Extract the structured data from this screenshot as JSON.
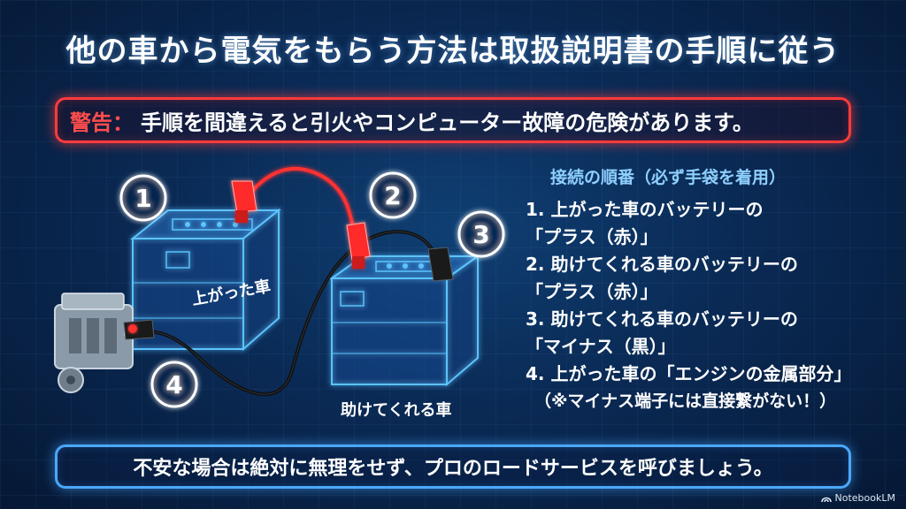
{
  "title": "他の車から電気をもらう方法は取扱説明書の手順に従う",
  "warning": {
    "label": "警告：",
    "text": "手順を間違えると引火やコンピューター故障の危険があります。"
  },
  "diagram": {
    "badges": [
      "1",
      "2",
      "3",
      "4"
    ],
    "dead_car_label": "上がった車",
    "helper_car_label": "助けてくれる車",
    "colors": {
      "positive": "#ff3030",
      "negative": "#1a1a1a",
      "glow": "#4fb8ff"
    }
  },
  "steps": {
    "title": "接続の順番（必ず手袋を着用）",
    "items": [
      {
        "line1": "1. 上がった車のバッテリーの",
        "line2": "「プラス（赤）」"
      },
      {
        "line1": "2. 助けてくれる車のバッテリーの",
        "line2": "「プラス（赤）」"
      },
      {
        "line1": "3. 助けてくれる車のバッテリーの",
        "line2": "「マイナス（黒）」"
      },
      {
        "line1": "4. 上がった車の「エンジンの金属部分」",
        "line2": ""
      }
    ],
    "note": "（※マイナス端子には直接繋がない！）"
  },
  "bottom_message": "不安な場合は絶対に無理をせず、プロのロードサービスを呼びましょう。",
  "logo": {
    "text": "NotebookLM",
    "icon": "notebooklm-logo-icon"
  }
}
